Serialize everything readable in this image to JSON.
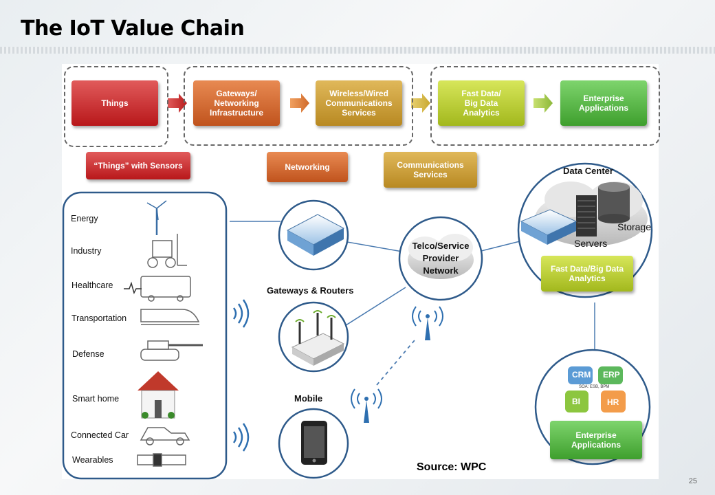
{
  "slide": {
    "title": "The IoT Value Chain",
    "number": "25",
    "source": "Source: WPC"
  },
  "chain": [
    {
      "label": "Things",
      "color": "red"
    },
    {
      "label": "Gateways/\nNetworking\nInfrastructure",
      "color": "orange"
    },
    {
      "label": "Wireless/Wired\nCommunications\nServices",
      "color": "gold"
    },
    {
      "label": "Fast Data/\nBig Data\nAnalytics",
      "color": "lime"
    },
    {
      "label": "Enterprise\nApplications",
      "color": "green"
    }
  ],
  "categories": [
    {
      "label": "“Things” with Sensors"
    },
    {
      "label": "Networking"
    },
    {
      "label": "Communications\nServices"
    }
  ],
  "things": [
    "Energy",
    "Industry",
    "Healthcare",
    "Transportation",
    "Defense",
    "Smart home",
    "Connected Car",
    "Wearables"
  ],
  "network": {
    "gateways_label": "Gateways & Routers",
    "mobile_label": "Mobile",
    "telco_label": "Telco/Service\nProvider\nNetwork"
  },
  "datacenter": {
    "title": "Data Center",
    "storage": "Storage",
    "servers": "Servers",
    "analytics": "Fast Data/Big Data\nAnalytics"
  },
  "enterprise": {
    "apps": [
      "CRM",
      "ERP",
      "BI",
      "HR"
    ],
    "soa": "SOA: ESB, BPM",
    "label": "Enterprise\nApplications"
  },
  "colors": {
    "red": "#c42a2a",
    "orange": "#d0642c",
    "gold": "#c99a30",
    "lime": "#b5c92a",
    "green": "#4eae3b",
    "circle_border": "#2e5a8a"
  }
}
